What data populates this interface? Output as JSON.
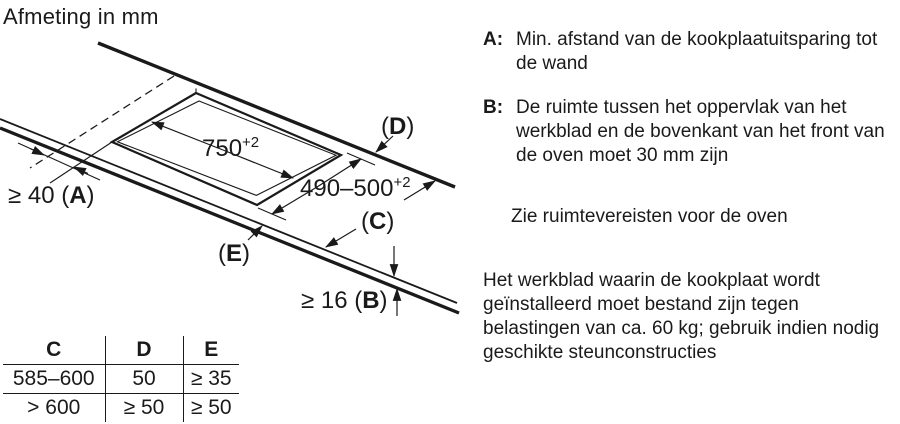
{
  "colors": {
    "ink": "#1a1a1a",
    "background": "#ffffff"
  },
  "title": "Afmeting in mm",
  "diagram": {
    "dim_750": {
      "main": "750",
      "sup": "+2"
    },
    "dim_490": {
      "main": "490–500",
      "sup": "+2"
    },
    "dim_a": {
      "prefix": "≥ 40 (",
      "letter": "A",
      "suffix": ")"
    },
    "dim_b": {
      "prefix": "≥ 16 (",
      "letter": "B",
      "suffix": ")"
    },
    "label_c": {
      "prefix": "(",
      "letter": "C",
      "suffix": ")"
    },
    "label_d": {
      "prefix": "(",
      "letter": "D",
      "suffix": ")"
    },
    "label_e": {
      "prefix": "(",
      "letter": "E",
      "suffix": ")"
    }
  },
  "table": {
    "headers": [
      "C",
      "D",
      "E"
    ],
    "rows": [
      [
        "585–600",
        "50",
        "≥ 35"
      ],
      [
        "> 600",
        "≥ 50",
        "≥ 50"
      ]
    ]
  },
  "notes": {
    "a_label": "A:",
    "a_text": "Min. afstand van de kookplaatuitsparing tot de wand",
    "b_label": "B:",
    "b_text": "De ruimte tussen het oppervlak van het werkblad en de bovenkant van het front van de oven moet 30 mm zijn",
    "oven_note": "Zie ruimtevereisten voor de oven",
    "worktop_note": "Het werkblad waarin de kookplaat wordt geïnstalleerd moet bestand zijn tegen belastingen van ca. 60 kg; gebruik indien nodig geschikte steunconstructies"
  }
}
